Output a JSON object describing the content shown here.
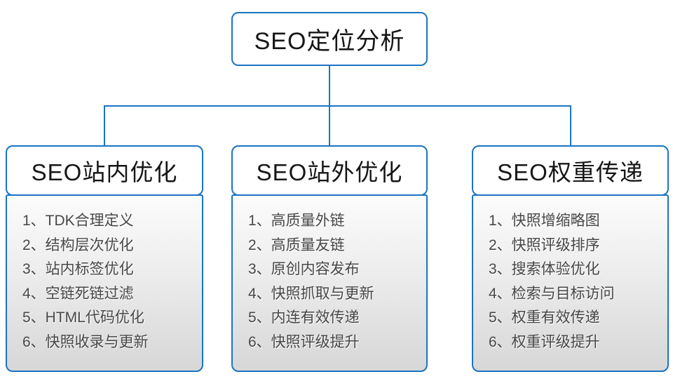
{
  "colors": {
    "accent_blue": "#1b74c2",
    "header_text": "#161616",
    "list_text": "#474747",
    "list_bg_top": "#fcfcfc",
    "list_bg_bottom": "#d7d7d7"
  },
  "diagram": {
    "root": {
      "title": "SEO定位分析"
    },
    "columns": [
      {
        "title": "SEO站内优化",
        "items": [
          "1、TDK合理定义",
          "2、结构层次优化",
          "3、站内标签优化",
          "4、空链死链过滤",
          "5、HTML代码优化",
          "6、快照收录与更新"
        ]
      },
      {
        "title": "SEO站外优化",
        "items": [
          "1、高质量外链",
          "2、高质量友链",
          "3、原创内容发布",
          "4、快照抓取与更新",
          "5、内连有效传递",
          "6、快照评级提升"
        ]
      },
      {
        "title": "SEO权重传递",
        "items": [
          "1、快照增缩略图",
          "2、快照评级排序",
          "3、搜索体验优化",
          "4、检索与目标访问",
          "5、权重有效传递",
          "6、权重评级提升"
        ]
      }
    ]
  }
}
